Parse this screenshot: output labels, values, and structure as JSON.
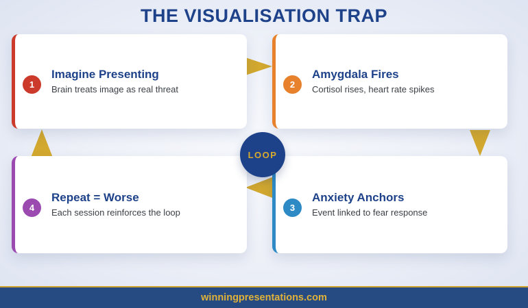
{
  "title": "THE VISUALISATION TRAP",
  "loop_badge": {
    "label": "LOOP"
  },
  "footer": {
    "website": "winningpresentations.com"
  },
  "cards": [
    {
      "number": "1",
      "title": "Imagine Presenting",
      "description": "Brain treats image as real threat",
      "accent": "#cb3a2b"
    },
    {
      "number": "2",
      "title": "Amygdala Fires",
      "description": "Cortisol rises, heart rate spikes",
      "accent": "#e8812c"
    },
    {
      "number": "3",
      "title": "Anxiety Anchors",
      "description": "Event linked to fear response",
      "accent": "#2d8ac4"
    },
    {
      "number": "4",
      "title": "Repeat = Worse",
      "description": "Each session reinforces the loop",
      "accent": "#9b4ab0"
    }
  ],
  "colors": {
    "heading": "#1e4289",
    "card_title": "#1e4289",
    "arrow": "#d2a82f",
    "badge_bg": "#1e4289",
    "badge_text": "#d9ab2e",
    "footer_bg": "#264a82",
    "footer_border": "#cfa230",
    "footer_text": "#e0b23a"
  }
}
